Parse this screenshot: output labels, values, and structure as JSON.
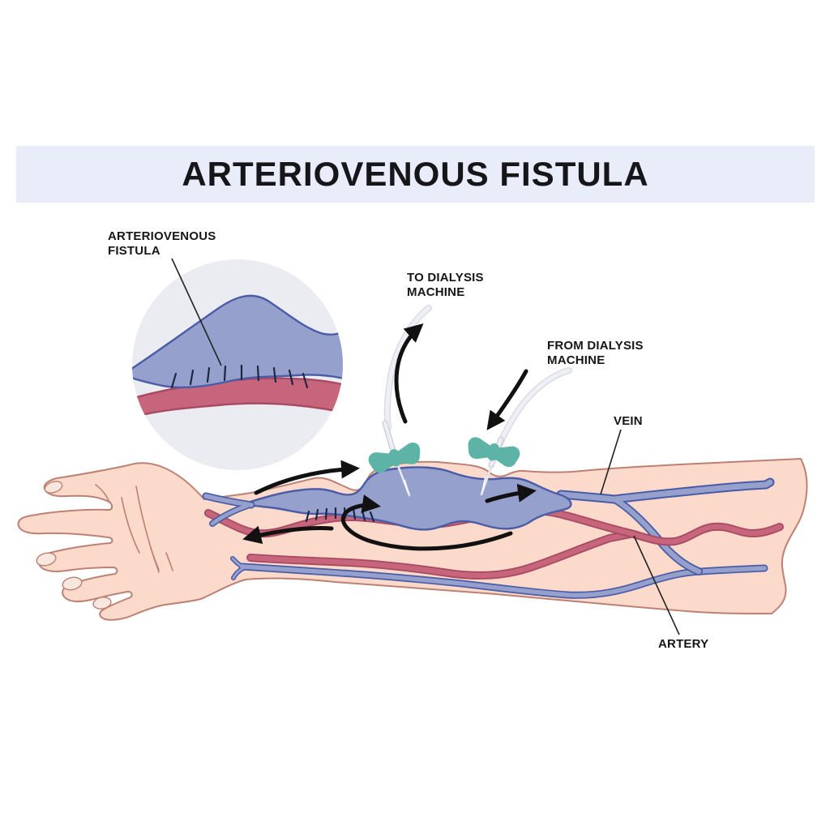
{
  "title": "ARTERIOVENOUS FISTULA",
  "inset": {
    "label_line1": "ARTERIOVENOUS",
    "label_line2": "FISTULA"
  },
  "callouts": {
    "to_dialysis_line1": "TO DIALYSIS",
    "to_dialysis_line2": "MACHINE",
    "from_dialysis_line1": "FROM DIALYSIS",
    "from_dialysis_line2": "MACHINE",
    "vein": "VEIN",
    "artery": "ARTERY"
  },
  "colors": {
    "banner_bg": "#e9edf9",
    "title": "#16161a",
    "label": "#161616",
    "skin": "#fbd9cb",
    "skin_outline": "#bd8174",
    "nail": "#f7e7df",
    "vein": "#95a0cc",
    "vein_dark": "#4a5ca6",
    "artery": "#c6657b",
    "artery_dark": "#a84a62",
    "inset_bg": "#ebecf2",
    "connector": "#5cb3a6",
    "tube": "#eef0f5",
    "tube_edge": "#d8dbe3",
    "needle": "#edeff4",
    "needle_edge": "#c9cdd7",
    "suture": "#1d2742",
    "arrow": "#111111",
    "pointer": "#222222",
    "background": "#ffffff"
  }
}
